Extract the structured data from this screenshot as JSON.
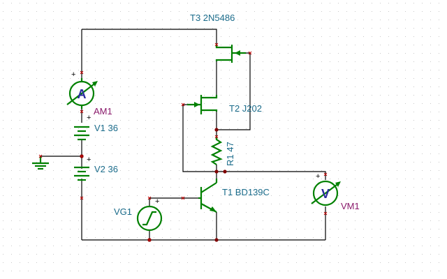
{
  "labels": {
    "t3": "T3 2N5486",
    "t2": "T2 J202",
    "r1": "R1 47",
    "t1": "T1 BD139C",
    "am1": "AM1",
    "v1": "V1 36",
    "v2": "V2 36",
    "vg1": "VG1",
    "vm1": "VM1"
  },
  "meters": {
    "ammeter_letter": "A",
    "voltmeter_letter": "V"
  },
  "polarity": {
    "plus": "+"
  },
  "colors": {
    "wire": "#000000",
    "component": "#008000",
    "label_blue": "#1a6b8a",
    "label_purple": "#8a1a6b",
    "node": "#800000",
    "grid_dot": "#c8c8c8"
  }
}
